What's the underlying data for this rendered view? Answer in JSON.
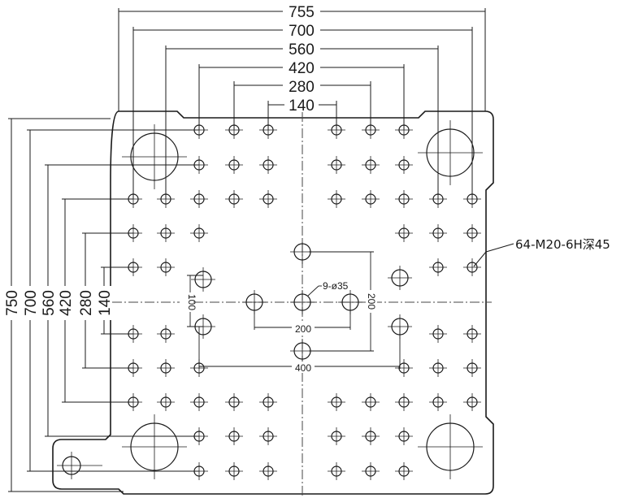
{
  "horizontal_dimensions": {
    "overall": "755",
    "d700": "700",
    "d560": "560",
    "d420": "420",
    "d280": "280",
    "d140": "140"
  },
  "vertical_dimensions": {
    "overall": "750",
    "d700": "700",
    "d560": "560",
    "d420": "420",
    "d280": "280",
    "d140": "140"
  },
  "inner_dimensions": {
    "vertical_100": "100",
    "horizontal_200": "200",
    "vertical_200": "200",
    "horizontal_400": "400"
  },
  "callouts": {
    "tapped_holes": "64-M20-6H深45",
    "center_holes": "9-ø35"
  }
}
